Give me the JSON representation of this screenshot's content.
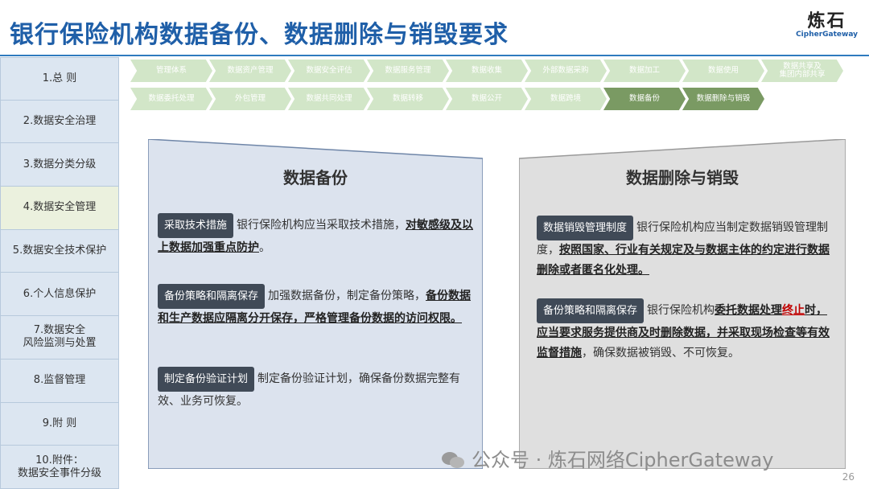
{
  "header": {
    "title": "银行保险机构数据备份、数据删除与销毁要求",
    "logo_cn": "炼石",
    "logo_en": "CipherGateway"
  },
  "sidebar": {
    "items": [
      {
        "label": "1.总 则"
      },
      {
        "label": "2.数据安全治理"
      },
      {
        "label": "3.数据分类分级"
      },
      {
        "label": "4.数据安全管理",
        "active": true
      },
      {
        "label": "5.数据安全技术保护"
      },
      {
        "label": "6.个人信息保护"
      },
      {
        "label": "7.数据安全\n风险监测与处置"
      },
      {
        "label": "8.监督管理"
      },
      {
        "label": "9.附 则"
      },
      {
        "label": "10.附件：\n数据安全事件分级"
      }
    ]
  },
  "process": {
    "row1": [
      "管理体系",
      "数据资产管理",
      "数据安全评估",
      "数据服务管理",
      "数据收集",
      "外部数据采购",
      "数据加工",
      "数据使用",
      "数据共享及\n集团内部共享"
    ],
    "row2": [
      "数据委托处理",
      "外包管理",
      "数据共同处理",
      "数据转移",
      "数据公开",
      "数据跨境",
      "数据备份",
      "数据删除与销毁"
    ],
    "active": [
      "数据备份",
      "数据删除与销毁"
    ]
  },
  "left_panel": {
    "title": "数据备份",
    "b1_tag": "采取技术措施",
    "b1_text": "银行保险机构应当采取技术措施，",
    "b1_bold": "对敏感级及以上数据加强重点防护",
    "b1_end": "。",
    "b2_tag": "备份策略和隔离保存",
    "b2_text": "加强数据备份，制定备份策略，",
    "b2_bold": "备份数据和生产数据应隔离分开保存，严格管理备份数据的访问权限。",
    "b3_tag": "制定备份验证计划",
    "b3_text": "制定备份验证计划，确保备份数据完整有效、业务可恢复。"
  },
  "right_panel": {
    "title": "数据删除与销毁",
    "b1_tag": "数据销毁管理制度",
    "b1_text": "银行保险机构应当制定数据销毁管理制度，",
    "b1_bold": "按照国家、行业有关规定及与数据主体的约定进行数据删除或者匿名化处理。",
    "b2_tag": "备份策略和隔离保存",
    "b2_text": "银行保险机构",
    "b2_bold1": "委托数据处理",
    "b2_red": "终止",
    "b2_bold2": "时，应当要求服务提供商及时删除数据，并采取现场检查等有效监督措施",
    "b2_end": "，确保数据被销毁、不可恢复。"
  },
  "watermark": "公众号 · 炼石网络CipherGateway",
  "page_number": "26",
  "colors": {
    "title": "#1f5fa8",
    "sidebar_bg": "#dce6f1",
    "sidebar_active": "#ebf1de",
    "chevron": "#d2e6c8",
    "chevron_active": "#7a9a63",
    "left_panel": "#dce3ee",
    "right_panel": "#dfdfdf",
    "tag": "#404a57",
    "emphasis_red": "#c00000"
  }
}
